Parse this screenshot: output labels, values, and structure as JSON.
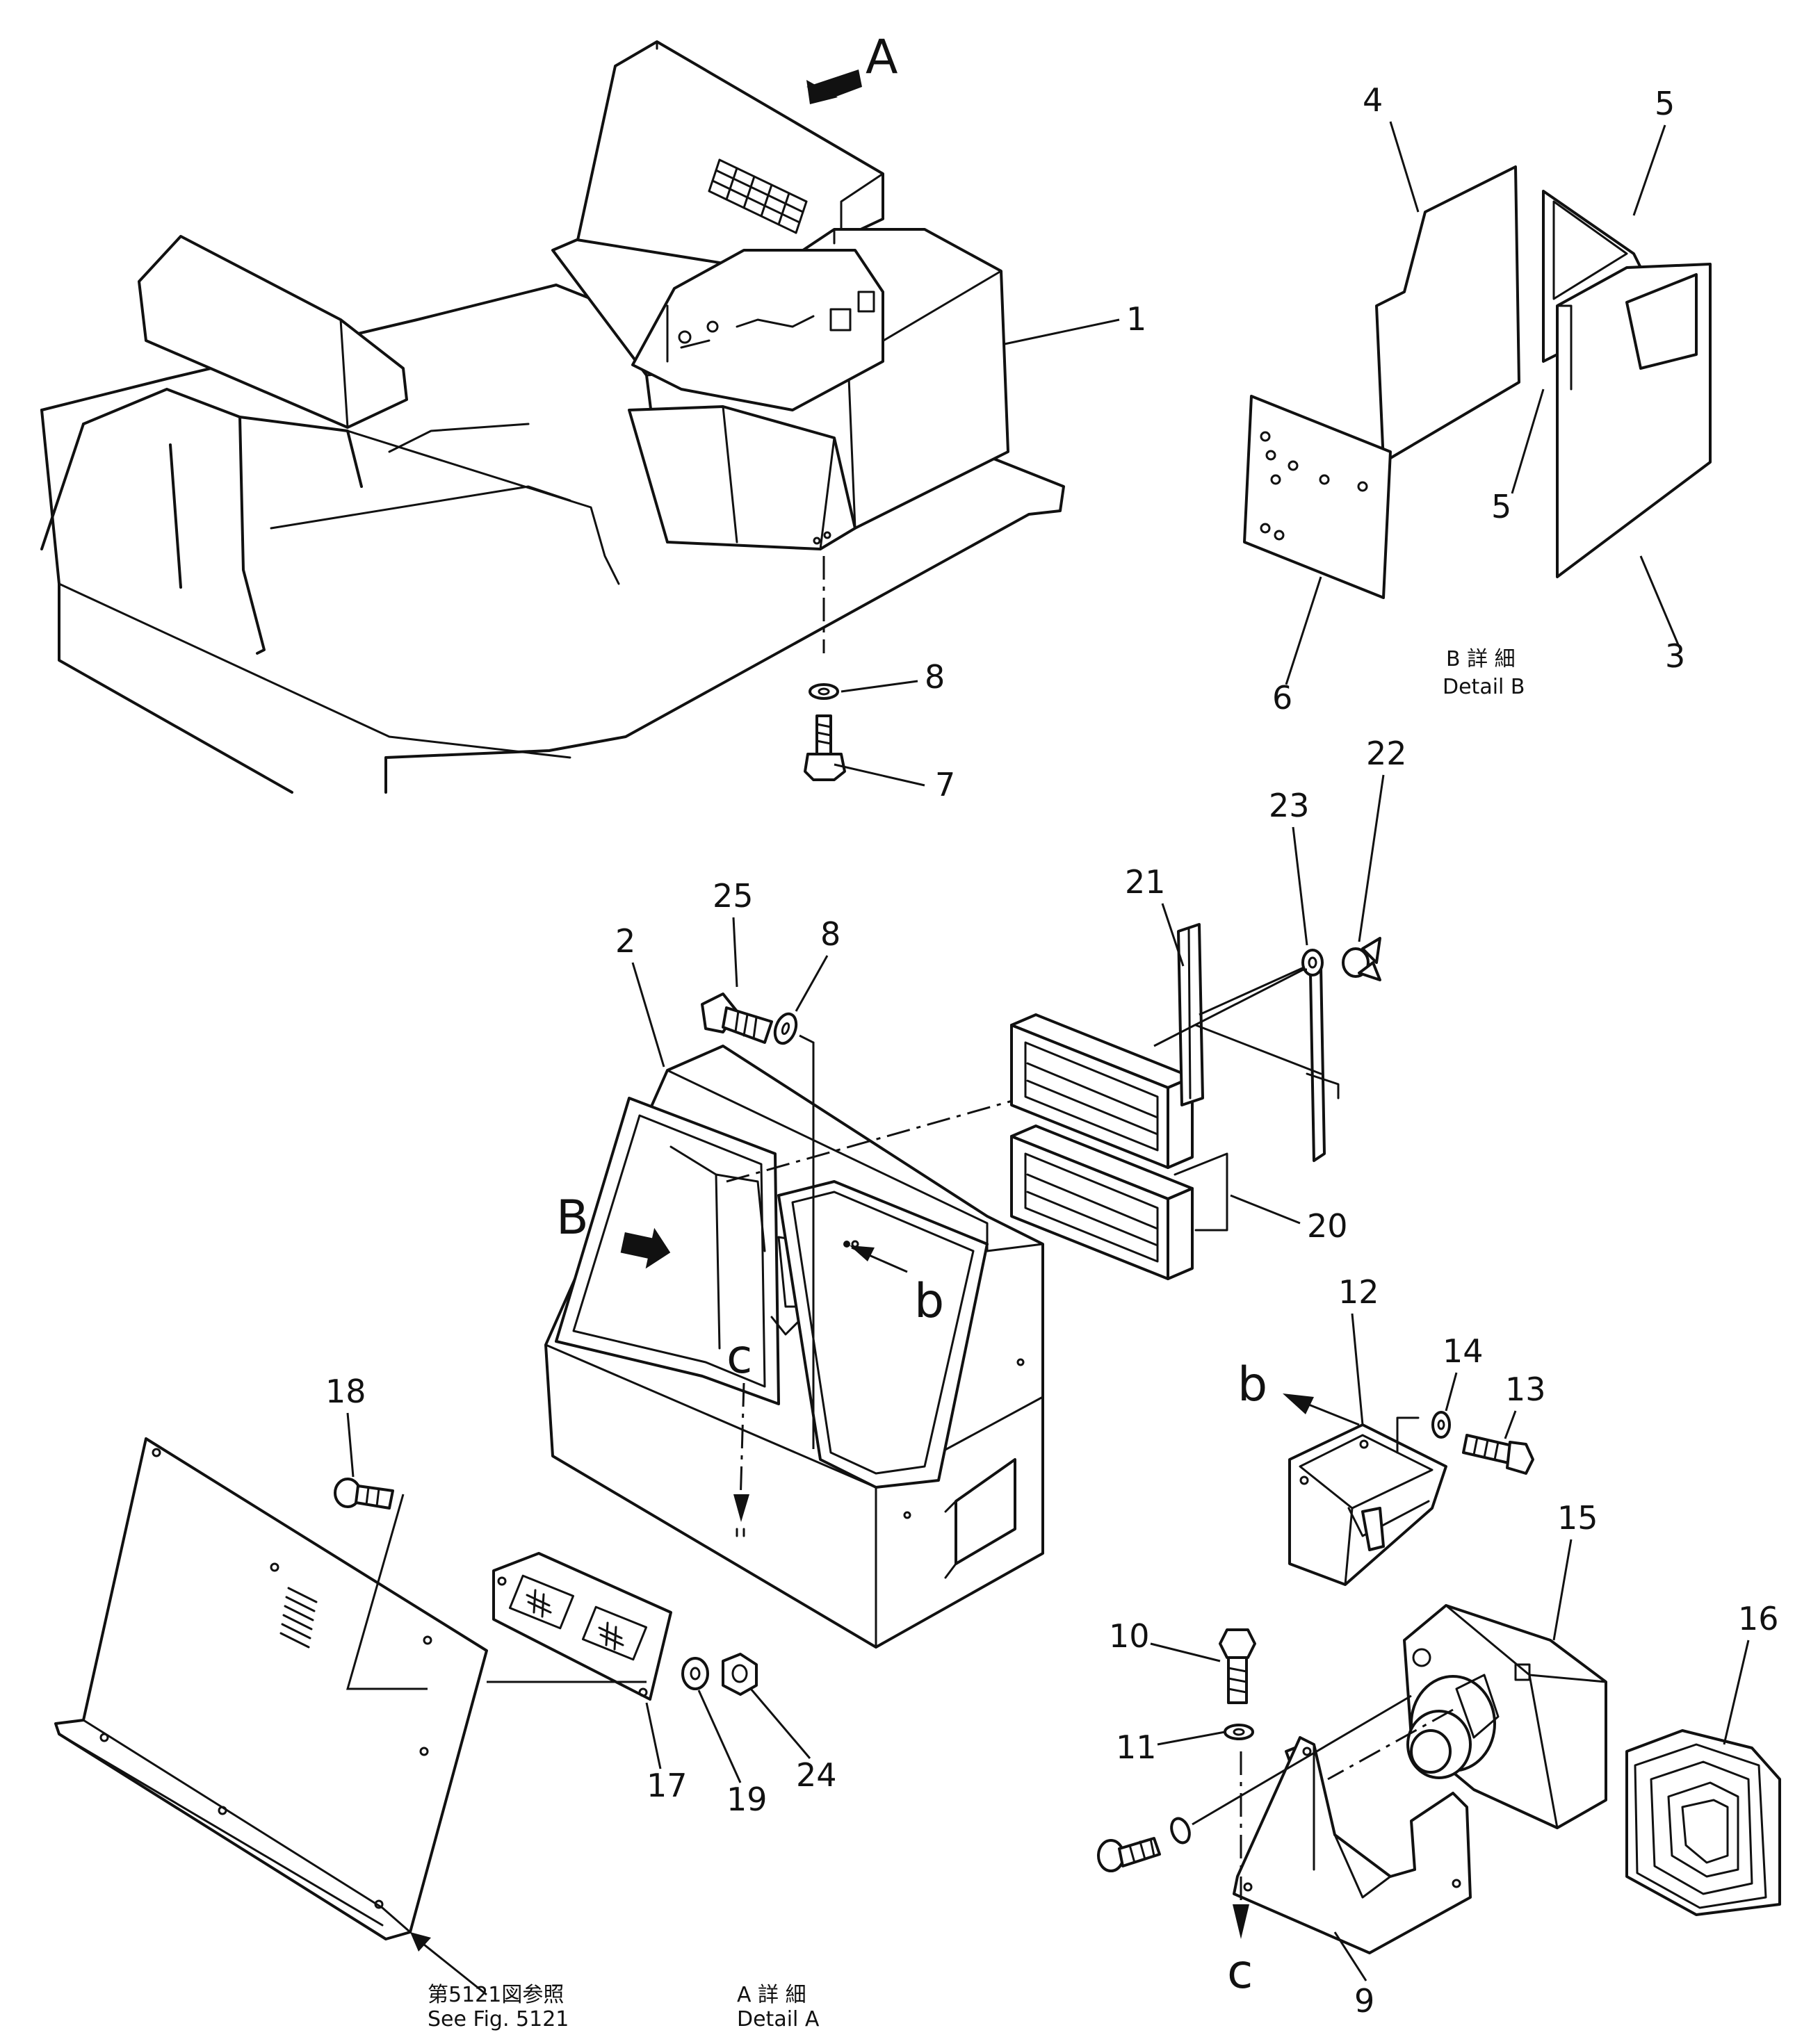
{
  "view_letters": {
    "A": "A",
    "B": "B",
    "b_upper": "b",
    "b_lower": "b",
    "c_upper": "c",
    "c_lower": "c"
  },
  "callouts": {
    "n1": "1",
    "n2": "2",
    "n3": "3",
    "n4": "4",
    "n5a": "5",
    "n5b": "5",
    "n6": "6",
    "n7": "7",
    "n8a": "8",
    "n8b": "8",
    "n9": "9",
    "n10": "10",
    "n11": "11",
    "n12": "12",
    "n13": "13",
    "n14": "14",
    "n15": "15",
    "n16": "16",
    "n17": "17",
    "n18": "18",
    "n19": "19",
    "n20": "20",
    "n21": "21",
    "n22": "22",
    "n23": "23",
    "n24": "24",
    "n25": "25"
  },
  "captions": {
    "detail_b_jp": "B 詳 細",
    "detail_b_en": "Detail B",
    "see_fig_jp": "第5121図参照",
    "see_fig_en": "See Fig. 5121",
    "detail_a_jp": "A 詳 細",
    "detail_a_en": "Detail A"
  }
}
